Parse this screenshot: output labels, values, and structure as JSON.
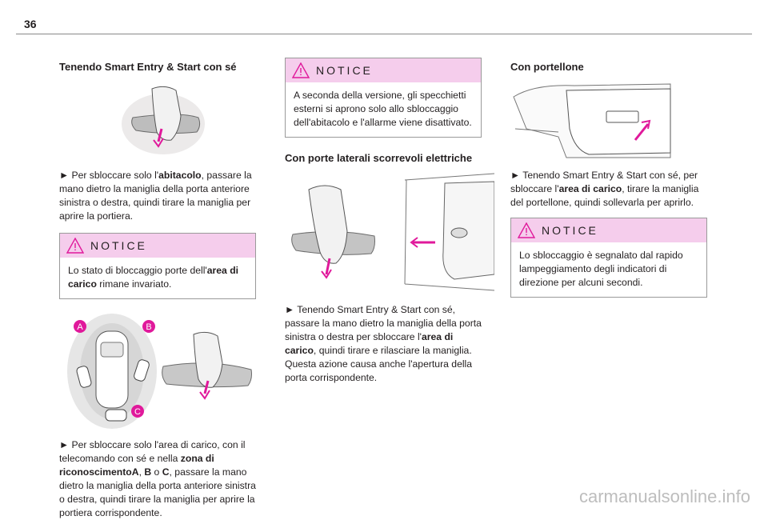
{
  "page": {
    "number": "36",
    "watermark": "carmanualsonline.info"
  },
  "col1": {
    "heading": "Tenendo Smart Entry & Start con sé",
    "p1": [
      {
        "t": "► Per sbloccare solo l'"
      },
      {
        "t": "abitacolo",
        "b": true
      },
      {
        "t": ", passare la mano dietro la maniglia della porta anteriore sinistra o destra, quindi tirare la maniglia per aprire la portiera."
      }
    ],
    "notice_label": "NOTICE",
    "notice": [
      {
        "t": "Lo stato di bloccaggio porte dell'"
      },
      {
        "t": "area di carico",
        "b": true
      },
      {
        "t": " rimane invariato."
      }
    ],
    "zone_labels": [
      "A",
      "B",
      "C"
    ],
    "p2": [
      {
        "t": "► Per sbloccare solo l'area di carico, con il telecomando con sé e nella "
      },
      {
        "t": "zona di riconoscimentoA",
        "b": true
      },
      {
        "t": ", "
      },
      {
        "t": "B",
        "b": true
      },
      {
        "t": " o "
      },
      {
        "t": "C",
        "b": true
      },
      {
        "t": ", passare la mano dietro la maniglia della porta anteriore sinistra o destra, quindi tirare la maniglia per aprire la portiera corrispondente."
      }
    ]
  },
  "col2": {
    "notice_label": "NOTICE",
    "notice": [
      {
        "t": "A seconda della versione, gli specchietti esterni si aprono solo allo sbloccaggio dell'abitacolo e l'allarme viene disattivato."
      }
    ],
    "heading": "Con porte laterali scorrevoli elettriche",
    "p1": [
      {
        "t": "► Tenendo Smart Entry & Start con sé, passare la mano dietro la maniglia della porta sinistra o destra per sbloccare l'"
      },
      {
        "t": "area di carico",
        "b": true
      },
      {
        "t": ", quindi tirare e rilasciare la maniglia. Questa azione causa anche l'apertura della porta corrispondente."
      }
    ]
  },
  "col3": {
    "heading": "Con portellone",
    "p1": [
      {
        "t": "► Tenendo Smart Entry & Start con sé, per sbloccare l'"
      },
      {
        "t": "area di carico",
        "b": true
      },
      {
        "t": ", tirare la maniglia del portellone, quindi sollevarla per aprirlo."
      }
    ],
    "notice_label": "NOTICE",
    "notice": [
      {
        "t": "Lo sbloccaggio è segnalato dal rapido lampeggiamento degli indicatori di direzione per alcuni secondi."
      }
    ]
  },
  "colors": {
    "accent": "#e0199b",
    "notice_bg": "#f5cdec",
    "text": "#231f20"
  }
}
